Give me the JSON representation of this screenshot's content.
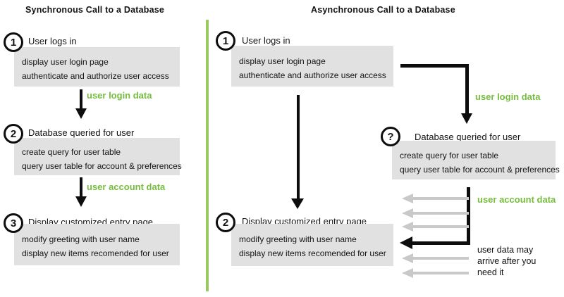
{
  "colors": {
    "green_text": "#76BD3F",
    "divider_green": "#9AC961",
    "box_gray": "#E1E1E1",
    "arrow_gray": "#C9C9C9",
    "line_black": "#0d0d0d"
  },
  "left": {
    "title": "Synchronous Call to a Database",
    "steps": [
      {
        "num": "1",
        "label": "User logs in",
        "box_lines": [
          "display user login page",
          "authenticate and authorize user access"
        ]
      },
      {
        "num": "2",
        "label": "Database queried for user",
        "box_lines": [
          "create query for user table",
          "query user table for account & preferences"
        ]
      },
      {
        "num": "3",
        "label": "Display customized entry page",
        "box_lines": [
          "modify greeting with user name",
          "display new items recomended for user"
        ]
      }
    ],
    "arrow_labels": [
      "user login data",
      "user account data"
    ]
  },
  "right": {
    "title": "Asynchronous Call to a Database",
    "steps": [
      {
        "num": "1",
        "label": "User logs in",
        "box_lines": [
          "display user login page",
          "authenticate and authorize user access"
        ]
      },
      {
        "num": "?",
        "label": "Database queried for user",
        "box_lines": [
          "create query for user table",
          "query user table for account & preferences"
        ]
      },
      {
        "num": "2",
        "label": "Display customized entry page",
        "box_lines": [
          "modify greeting with user name",
          "display new items recomended for user"
        ]
      }
    ],
    "arrow_labels": [
      "user login data",
      "user account data"
    ],
    "note_lines": [
      "user data may",
      "arrive after you",
      "need it"
    ]
  }
}
